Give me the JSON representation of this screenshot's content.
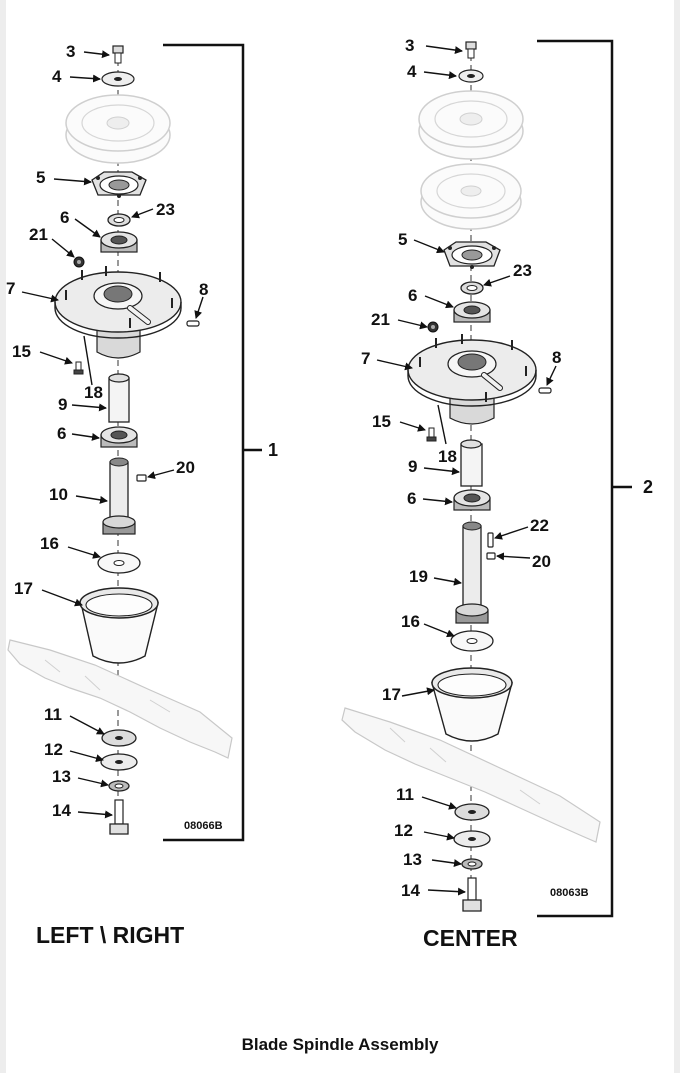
{
  "left_assembly": {
    "group_label": "1",
    "caption": "LEFT \\ RIGHT",
    "drawing_id": "08066B",
    "labels": {
      "p3": "3",
      "p4": "4",
      "p5": "5",
      "p23": "23",
      "p21": "21",
      "p6a": "6",
      "p7": "7",
      "p8": "8",
      "p15": "15",
      "p18": "18",
      "p9": "9",
      "p6b": "6",
      "p20": "20",
      "p10": "10",
      "p16": "16",
      "p17": "17",
      "p11": "11",
      "p12": "12",
      "p13": "13",
      "p14": "14"
    }
  },
  "center_assembly": {
    "group_label": "2",
    "caption": "CENTER",
    "drawing_id": "08063B",
    "labels": {
      "p3": "3",
      "p4": "4",
      "p5": "5",
      "p23": "23",
      "p6a": "6",
      "p21": "21",
      "p7": "7",
      "p8": "8",
      "p15": "15",
      "p18": "18",
      "p9": "9",
      "p6b": "6",
      "p22": "22",
      "p20": "20",
      "p19": "19",
      "p16": "16",
      "p17": "17",
      "p11": "11",
      "p12": "12",
      "p13": "13",
      "p14": "14"
    }
  },
  "figure_title": "Blade Spindle Assembly"
}
